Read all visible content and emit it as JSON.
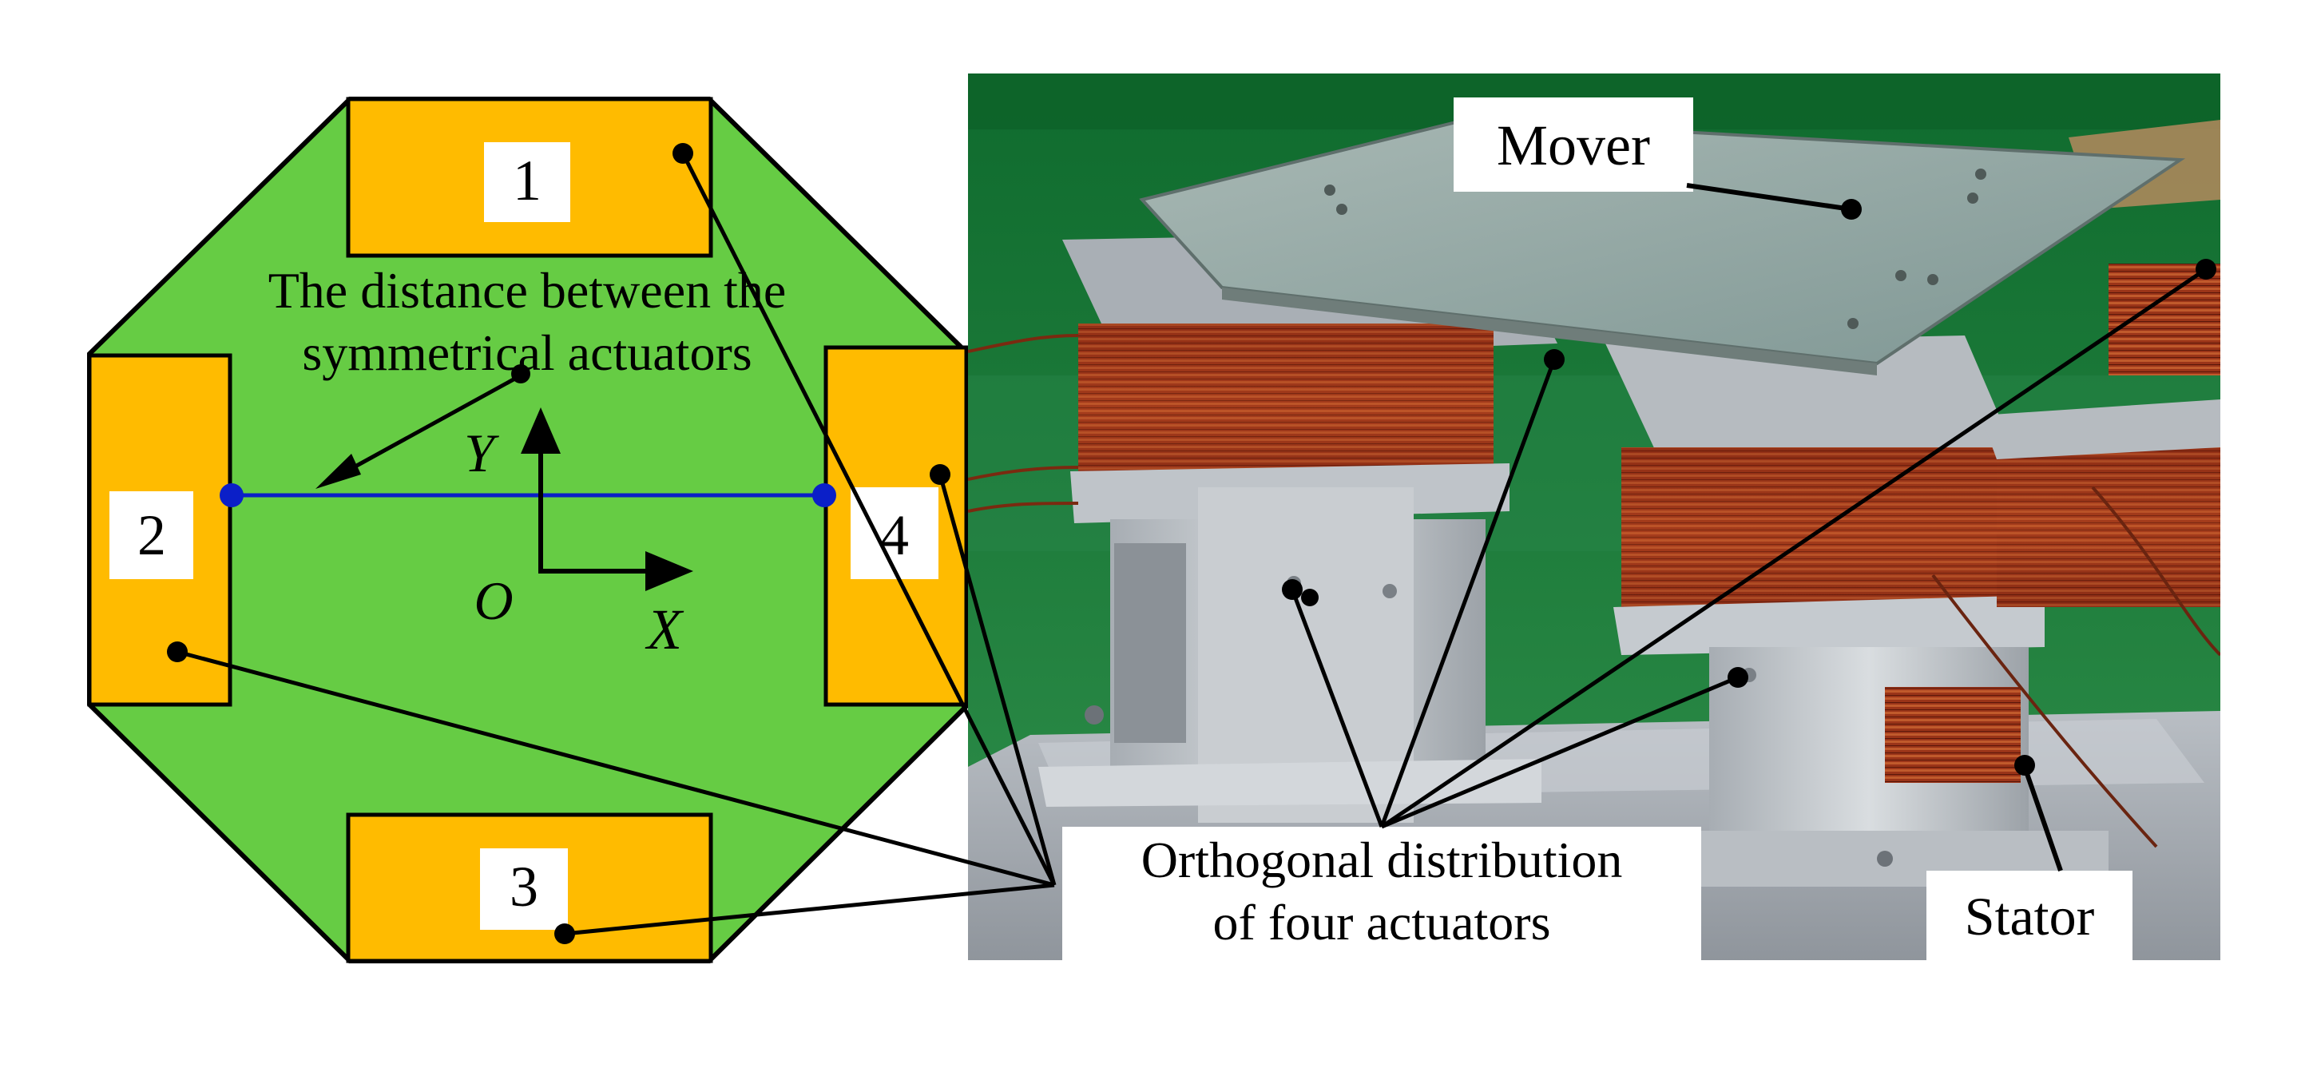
{
  "left_diagram": {
    "actuators": [
      {
        "id": "1"
      },
      {
        "id": "2"
      },
      {
        "id": "3"
      },
      {
        "id": "4"
      }
    ],
    "distance_label": {
      "line1": "The distance between the",
      "line2": "symmetrical actuators"
    },
    "axes": {
      "origin": "O",
      "x": "X",
      "y": "Y"
    }
  },
  "photo": {
    "labels": {
      "mover": "Mover",
      "stator": "Stator",
      "orthogonal_line1": "Orthogonal distribution",
      "orthogonal_line2": "of  four actuators"
    }
  },
  "colors": {
    "plate_green": "#66cc44",
    "actuator_orange": "#ffbb00",
    "blue_line": "#0b1fc8",
    "outline": "#000000"
  }
}
